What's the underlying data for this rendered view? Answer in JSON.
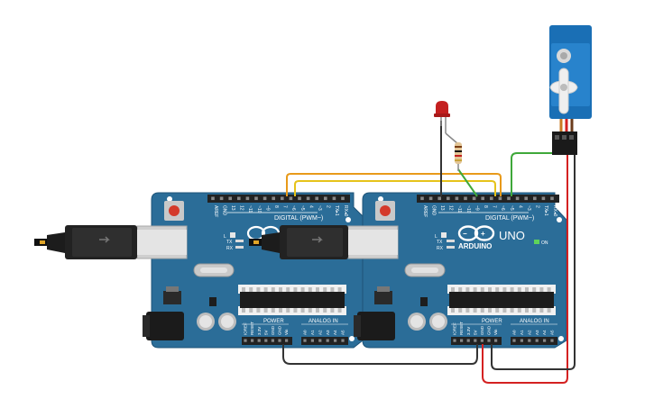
{
  "boards": [
    {
      "digital_label": "DIGITAL (PWM~)",
      "pin_labels_top": [
        "AREF",
        "GND",
        "13",
        "12",
        "~11",
        "~10",
        "~9",
        "8",
        "7",
        "~6",
        "~5",
        "4",
        "~3",
        "2",
        "TX▸1",
        "RX◂0"
      ],
      "power_label": "POWER",
      "analog_label": "ANALOG IN",
      "power_pins": [
        "IOREF",
        "RESET",
        "3.3V",
        "5V",
        "GND",
        "GND",
        "Vin"
      ],
      "analog_pins": [
        "A0",
        "A1",
        "A2",
        "A3",
        "A4",
        "A5"
      ],
      "l_label": "L",
      "tx_label": "TX",
      "rx_label": "RX"
    },
    {
      "digital_label": "DIGITAL (PWM~)",
      "pin_labels_top": [
        "AREF",
        "GND",
        "13",
        "12",
        "~11",
        "~10",
        "~9",
        "8",
        "7",
        "~6",
        "~5",
        "4",
        "~3",
        "2",
        "TX▸1",
        "RX◂0"
      ],
      "power_label": "POWER",
      "analog_label": "ANALOG IN",
      "power_pins": [
        "IOREF",
        "RESET",
        "3.3V",
        "5V",
        "GND",
        "GND",
        "Vin"
      ],
      "analog_pins": [
        "A0",
        "A1",
        "A2",
        "A3",
        "A4",
        "A5"
      ],
      "l_label": "L",
      "tx_label": "TX",
      "rx_label": "RX",
      "brand": "ARDUINO",
      "model": "UNO",
      "on_label": "ON"
    }
  ],
  "colors": {
    "board": "#2b6d98",
    "board_dark": "#1f5478",
    "header": "#222222",
    "wire_orange": "#e89a1a",
    "wire_yellow": "#e6c31a",
    "wire_green": "#3fa83a",
    "wire_red": "#d42121",
    "wire_black": "#333333",
    "led": "#c41f1f",
    "servo": "#1a6fb5"
  },
  "components": {
    "led": "red-led",
    "resistor": "resistor",
    "servo": "micro-servo",
    "usb_cables": [
      "usb-cable-left",
      "usb-cable-middle"
    ]
  }
}
